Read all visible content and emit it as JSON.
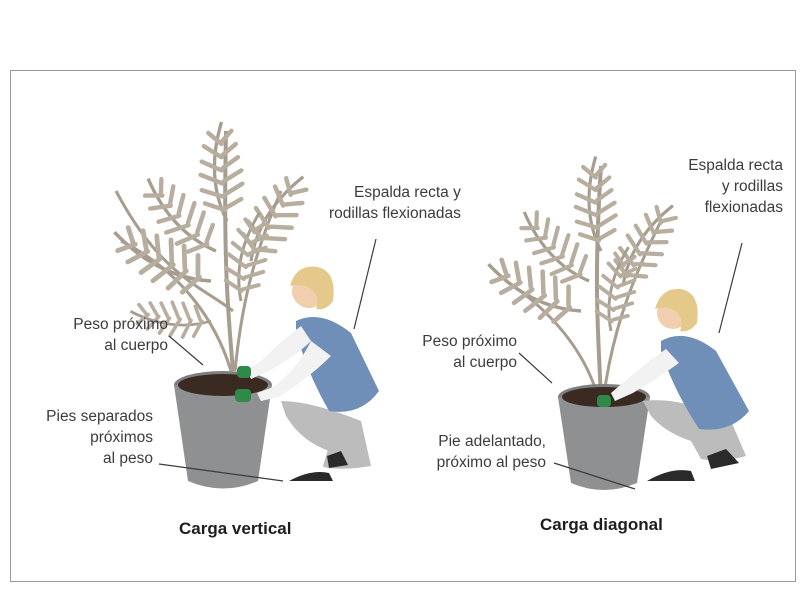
{
  "scene_left": {
    "caption": "Carga vertical",
    "label_back_line1": "Espalda recta y",
    "label_back_line2": "rodillas flexionadas",
    "label_weight_line1": "Peso próximo",
    "label_weight_line2": "al cuerpo",
    "label_feet_line1": "Pies separados",
    "label_feet_line2": "próximos",
    "label_feet_line3": "al peso"
  },
  "scene_right": {
    "caption": "Carga diagonal",
    "label_back_line1": "Espalda recta",
    "label_back_line2": "y rodillas",
    "label_back_line3": "flexionadas",
    "label_weight_line1": "Peso próximo",
    "label_weight_line2": "al cuerpo",
    "label_feet_line1": "Pie adelantado,",
    "label_feet_line2": "próximo al peso"
  },
  "colors": {
    "pot": "#8f9092",
    "soil": "#3a2a22",
    "plant": "#b7aea0",
    "vest": "#6f8fb8",
    "shirt": "#f2f2f2",
    "trousers": "#bcbcbc",
    "gloves": "#2f8a4a",
    "hair": "#e5c98a",
    "skin": "#f1cfae",
    "shoes": "#2a2a2a",
    "leader": "#3c3c3c",
    "frame": "#9a9a9a"
  }
}
